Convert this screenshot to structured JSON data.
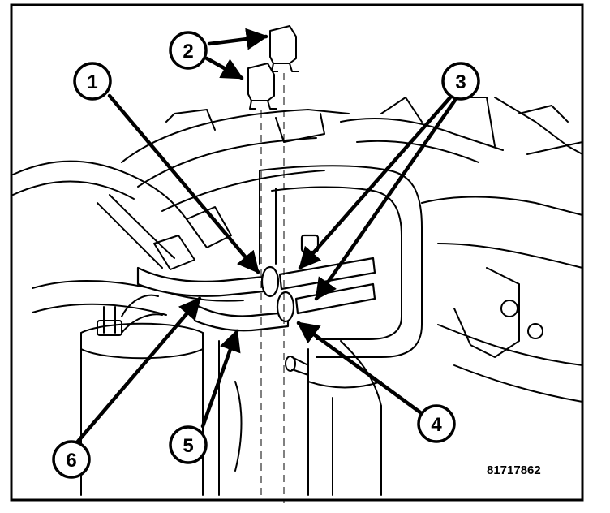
{
  "figure": {
    "id_label": "81717862"
  },
  "callouts": [
    {
      "number": "1"
    },
    {
      "number": "2"
    },
    {
      "number": "3"
    },
    {
      "number": "4"
    },
    {
      "number": "5"
    },
    {
      "number": "6"
    }
  ]
}
